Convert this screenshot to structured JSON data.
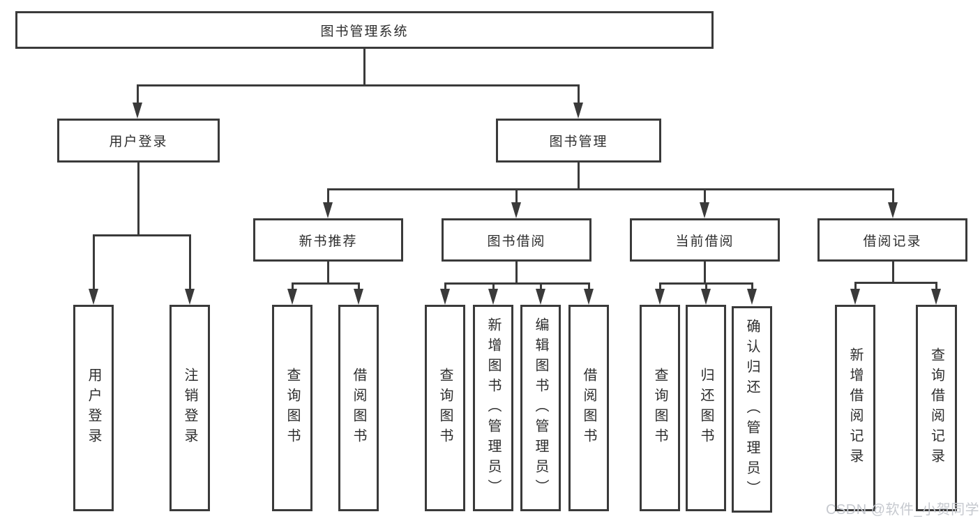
{
  "diagram": {
    "title": "图书管理系统",
    "watermark": "CSDN @软件_小贺同学",
    "colors": {
      "line": "#3a3a3a",
      "text": "#2d2d2d",
      "background": "#ffffff",
      "watermark": "#c6c9cf"
    },
    "nodes": {
      "root": {
        "label": "图书管理系统"
      },
      "user_login": {
        "label": "用户登录"
      },
      "book_management": {
        "label": "图书管理"
      },
      "new_book_recommend": {
        "label": "新书推荐"
      },
      "book_borrow": {
        "label": "图书借阅"
      },
      "current_borrow": {
        "label": "当前借阅"
      },
      "borrow_records": {
        "label": "借阅记录"
      },
      "leaf_login": {
        "label": "用户登录"
      },
      "leaf_logout": {
        "label": "注销登录"
      },
      "leaf_query_book_a": {
        "label": "查询图书"
      },
      "leaf_borrow_book_a": {
        "label": "借阅图书"
      },
      "leaf_query_book_b": {
        "label": "查询图书"
      },
      "leaf_add_book_admin": {
        "label": "新增图书（管理员）"
      },
      "leaf_edit_book_admin": {
        "label": "编辑图书（管理员）"
      },
      "leaf_borrow_book_b": {
        "label": "借阅图书"
      },
      "leaf_query_book_c": {
        "label": "查询图书"
      },
      "leaf_return_book": {
        "label": "归还图书"
      },
      "leaf_confirm_return_admin": {
        "label": "确认归还（管理员）"
      },
      "leaf_add_borrow_record": {
        "label": "新增借阅记录"
      },
      "leaf_query_borrow_record": {
        "label": "查询借阅记录"
      }
    },
    "edges": [
      [
        "root",
        "user_login"
      ],
      [
        "root",
        "book_management"
      ],
      [
        "user_login",
        "leaf_login"
      ],
      [
        "user_login",
        "leaf_logout"
      ],
      [
        "book_management",
        "new_book_recommend"
      ],
      [
        "book_management",
        "book_borrow"
      ],
      [
        "book_management",
        "current_borrow"
      ],
      [
        "book_management",
        "borrow_records"
      ],
      [
        "new_book_recommend",
        "leaf_query_book_a"
      ],
      [
        "new_book_recommend",
        "leaf_borrow_book_a"
      ],
      [
        "book_borrow",
        "leaf_query_book_b"
      ],
      [
        "book_borrow",
        "leaf_add_book_admin"
      ],
      [
        "book_borrow",
        "leaf_edit_book_admin"
      ],
      [
        "book_borrow",
        "leaf_borrow_book_b"
      ],
      [
        "current_borrow",
        "leaf_query_book_c"
      ],
      [
        "current_borrow",
        "leaf_return_book"
      ],
      [
        "current_borrow",
        "leaf_confirm_return_admin"
      ],
      [
        "borrow_records",
        "leaf_add_borrow_record"
      ],
      [
        "borrow_records",
        "leaf_query_borrow_record"
      ]
    ]
  }
}
